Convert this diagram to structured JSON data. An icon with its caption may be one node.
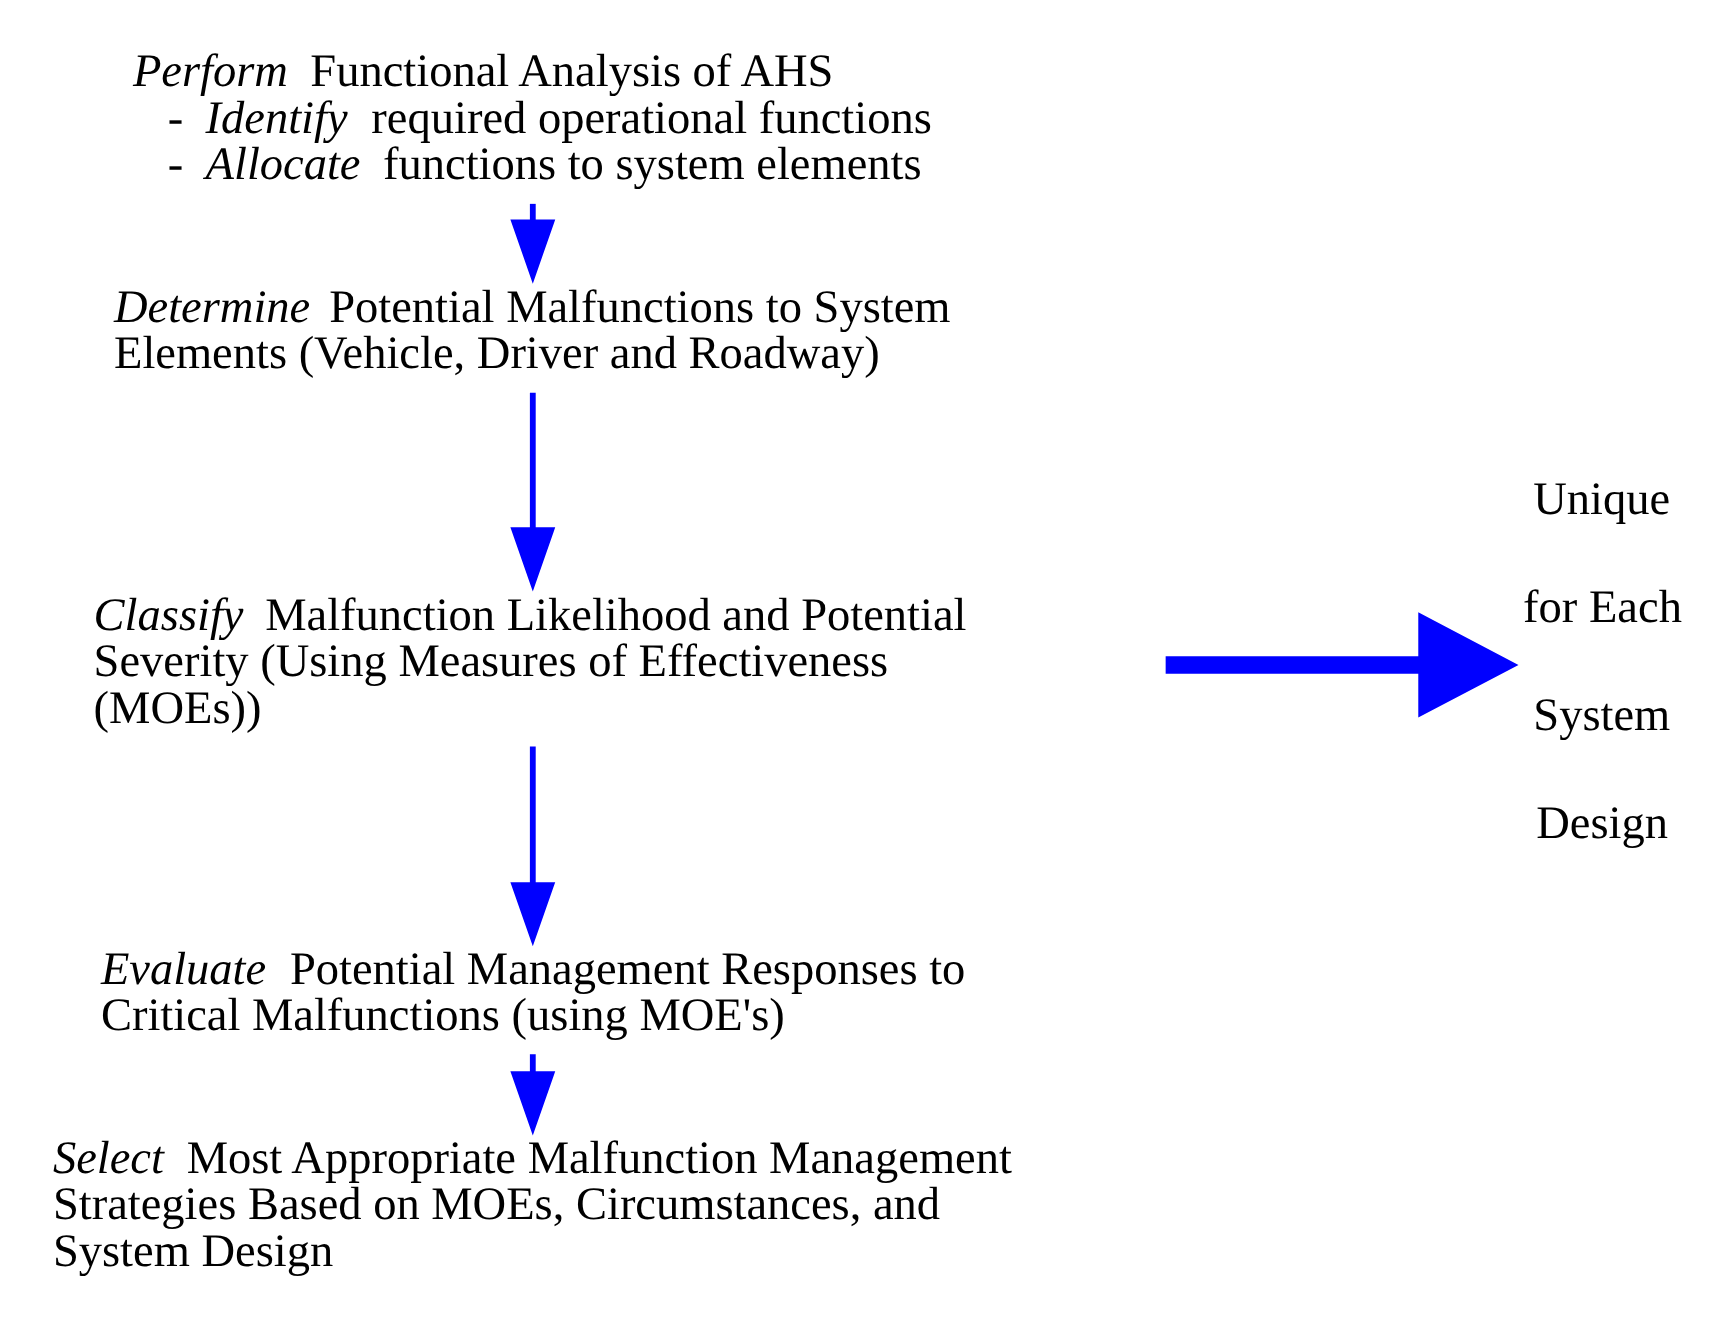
{
  "diagram": {
    "nodes": [
      {
        "text": [
          "*Perform* Functional Analysis of AHS",
          "- *Identify* required operational functions",
          "- *Allocate* functions to system elements"
        ]
      },
      {
        "text": [
          "*Determine* Potential Malfunctions to System Elements (Vehicle, Driver and Roadway)"
        ]
      },
      {
        "text": [
          "*Classify* Malfunction Likelihood and Potential Severity (Using Measures of Effectiveness (MOEs))"
        ]
      },
      {
        "text": [
          "*Evaluate* Potential Management Responses to Critical Malfunctions (using MOE's)"
        ]
      },
      {
        "text": [
          "*Select* Most Appropriate Malfunction Management Strategies Based on MOEs, Circumstances, and System Design"
        ]
      },
      {
        "text": [
          "Unique for Each System Design"
        ]
      }
    ],
    "edges": [
      {
        "from": 0,
        "to": 1,
        "arrow": "to"
      },
      {
        "from": 1,
        "to": 2,
        "arrow": "to"
      },
      {
        "from": 2,
        "to": 3,
        "arrow": "to"
      },
      {
        "from": 3,
        "to": 4,
        "arrow": "to"
      },
      {
        "from": null,
        "to": 5,
        "arrow": "to",
        "style": "thick"
      }
    ]
  }
}
